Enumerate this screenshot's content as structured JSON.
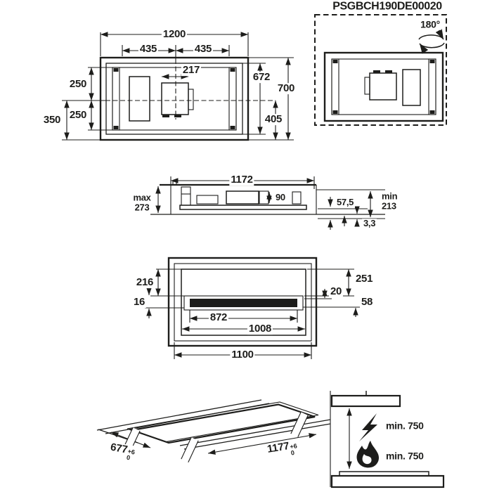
{
  "header": {
    "part_number": "PSGBCH190DE00020"
  },
  "rotated_view": {
    "rotation_label": "180°"
  },
  "plan_view": {
    "width_total": "1200",
    "width_left": "435",
    "width_right": "435",
    "duct_width": "217",
    "upper_offset": "250",
    "lower_offset": "250",
    "bottom_offset": "350",
    "inner_depth": "672",
    "total_depth": "700",
    "lower_depth": "405"
  },
  "side_view": {
    "body_width": "1172",
    "max_label": "max",
    "max_depth": "273",
    "duct_dim": "90",
    "recess_depth": "57,5",
    "min_label": "min",
    "min_clearance": "213",
    "glass_thickness": "3,3"
  },
  "frame_view": {
    "top_inset": "216",
    "slot_height": "16",
    "slot_width": "872",
    "opening_width": "1008",
    "frame_width": "1100",
    "right_inset": "251",
    "slot_gap": "20",
    "bottom_gap": "58"
  },
  "worktop_view": {
    "cutout_depth": "677",
    "depth_tol_upper": "+6",
    "depth_tol_lower": "0",
    "cutout_width": "1177",
    "width_tol_upper": "+6",
    "width_tol_lower": "0"
  },
  "clearance_view": {
    "electrical_clearance": "min. 750",
    "gas_clearance": "min. 750"
  },
  "icons": {
    "rotation": "flip-180-arrows",
    "electric": "lightning-bolt",
    "gas": "flame"
  },
  "colors": {
    "line": "#1d1d1b",
    "background": "#ffffff"
  }
}
